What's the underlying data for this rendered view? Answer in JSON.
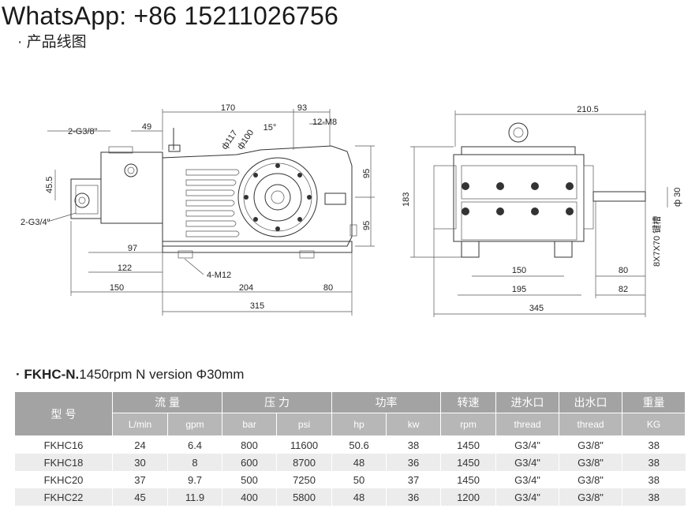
{
  "header": {
    "whatsapp": "WhatsApp: +86 15211026756",
    "section_title": "· 产品线图"
  },
  "drawing": {
    "side_view": {
      "dims": [
        "170",
        "93",
        "49",
        "15°",
        "12-M8",
        "ф117",
        "ф100",
        "95",
        "95",
        "45.5",
        "97",
        "122",
        "150",
        "204",
        "80",
        "315",
        "4-M12"
      ],
      "ports": [
        "2-G3/8\"",
        "2-G3/4\""
      ]
    },
    "end_view": {
      "dims": [
        "210.5",
        "183",
        "ф 30",
        "8X7X70 键槽",
        "150",
        "80",
        "195",
        "82",
        "345"
      ]
    }
  },
  "spec": {
    "title_bold": "· FKHC-N.",
    "title_rest": "1450rpm  N version   Φ30mm",
    "headers": {
      "model": "型 号",
      "flow": "流 量",
      "pressure": "压 力",
      "power": "功率",
      "speed": "转速",
      "inlet": "进水口",
      "outlet": "出水口",
      "weight": "重量"
    },
    "units": [
      "L/min",
      "gpm",
      "bar",
      "psi",
      "hp",
      "kw",
      "rpm",
      "thread",
      "thread",
      "KG"
    ],
    "rows": [
      [
        "FKHC16",
        "24",
        "6.4",
        "800",
        "11600",
        "50.6",
        "38",
        "1450",
        "G3/4\"",
        "G3/8\"",
        "38"
      ],
      [
        "FKHC18",
        "30",
        "8",
        "600",
        "8700",
        "48",
        "36",
        "1450",
        "G3/4\"",
        "G3/8\"",
        "38"
      ],
      [
        "FKHC20",
        "37",
        "9.7",
        "500",
        "7250",
        "50",
        "37",
        "1450",
        "G3/4\"",
        "G3/8\"",
        "38"
      ],
      [
        "FKHC22",
        "45",
        "11.9",
        "400",
        "5800",
        "48",
        "36",
        "1200",
        "G3/4\"",
        "G3/8\"",
        "38"
      ]
    ]
  }
}
